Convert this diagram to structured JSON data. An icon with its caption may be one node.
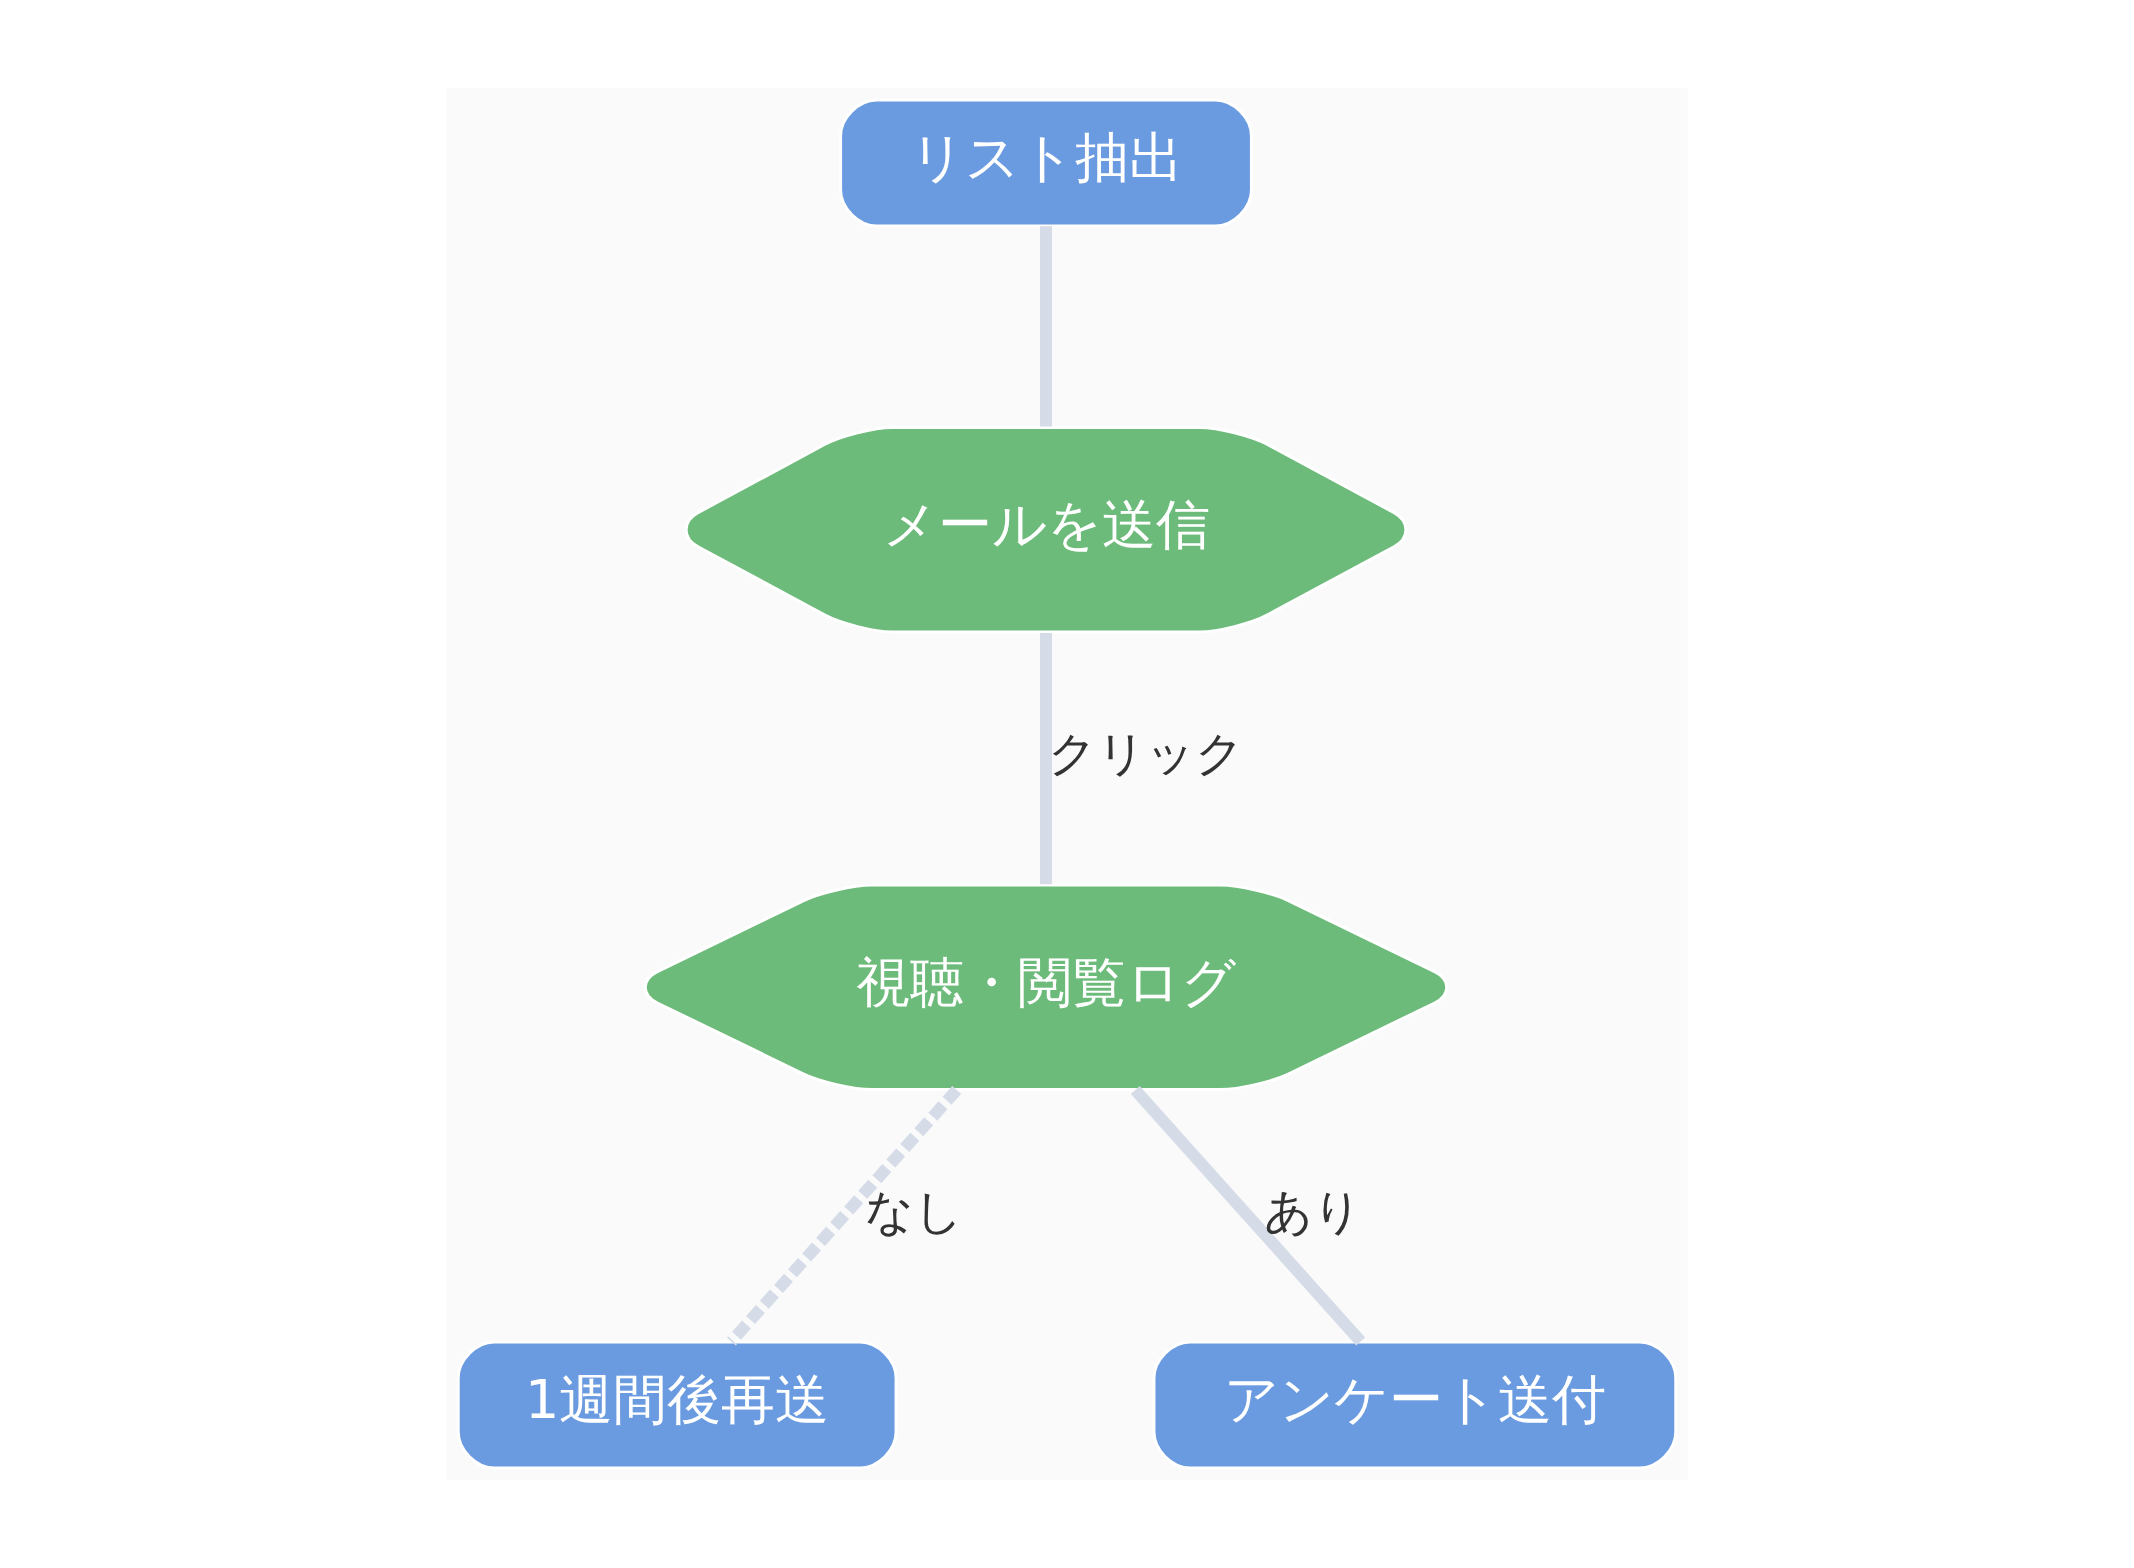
{
  "diagram": {
    "nodes": [
      {
        "text": [
          "リスト抽出"
        ]
      },
      {
        "text": [
          "メールを送信"
        ]
      },
      {
        "text": [
          "視聴・閲覧ログ"
        ]
      },
      {
        "text": [
          "1週間後再送"
        ]
      },
      {
        "text": [
          "アンケート送付"
        ]
      }
    ],
    "edges": [
      {
        "from": 0,
        "to": 1,
        "arrow": "none"
      },
      {
        "from": 1,
        "to": 2,
        "arrow": "none",
        "label": "クリック"
      },
      {
        "from": 2,
        "to": 3,
        "arrow": "none",
        "label": "なし",
        "style": "dashed"
      },
      {
        "from": 2,
        "to": 4,
        "arrow": "none",
        "label": "あり"
      }
    ]
  }
}
